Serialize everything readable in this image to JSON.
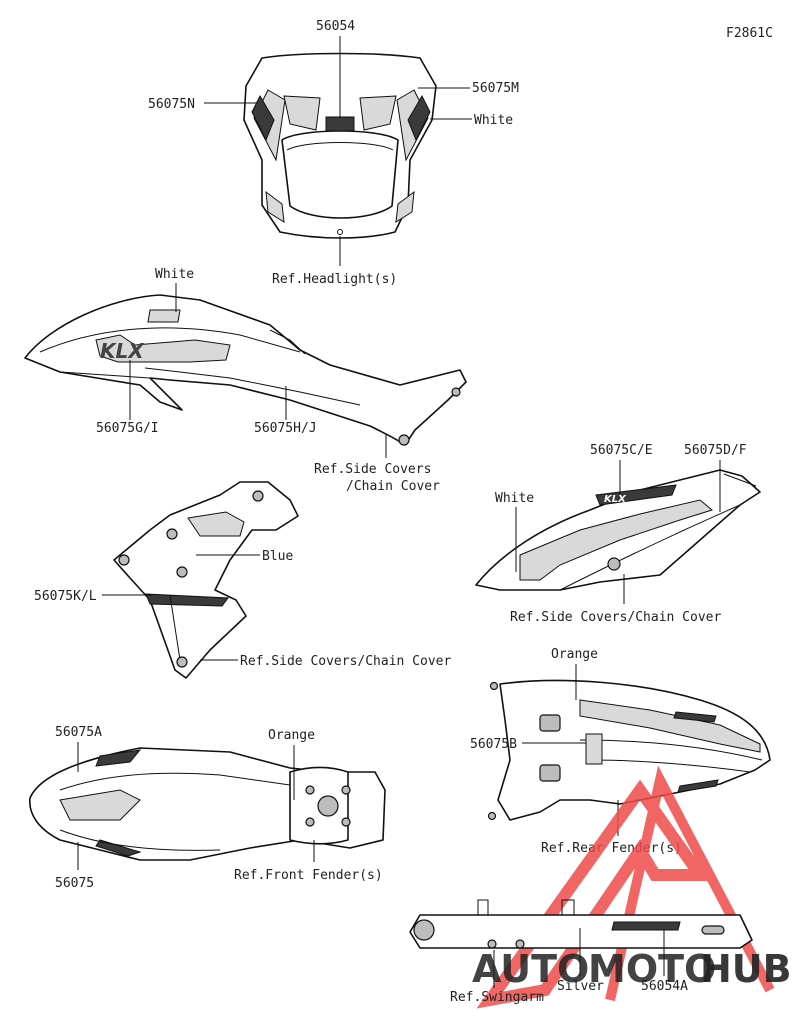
{
  "figure_code": "F2861C",
  "labels": {
    "l_56054": "56054",
    "l_56075M": "56075M",
    "l_56075N": "56075N",
    "l_white_head": "White",
    "l_ref_headlight": "Ref.Headlight(s)",
    "l_white_shroud": "White",
    "l_56075GI": "56075G/I",
    "l_56075HJ": "56075H/J",
    "l_ref_side1": "Ref.Side Covers",
    "l_ref_side1b": "/Chain Cover",
    "l_56075CE": "56075C/E",
    "l_56075DF": "56075D/F",
    "l_white_side": "White",
    "l_ref_side2": "Ref.Side Covers/Chain Cover",
    "l_blue": "Blue",
    "l_56075KL": "56075K/L",
    "l_ref_side3": "Ref.Side Covers/Chain Cover",
    "l_orange_rear": "Orange",
    "l_56075B": "56075B",
    "l_ref_rear": "Ref.Rear Fender(s)",
    "l_56075A": "56075A",
    "l_56075": "56075",
    "l_orange_front": "Orange",
    "l_ref_front": "Ref.Front Fender(s)",
    "l_ref_swingarm": "Ref.Swingarm",
    "l_silver": "Silver",
    "l_56054A": "56054A"
  },
  "watermark": {
    "auto": "AUTO",
    "moto": "MOTO",
    "hub": "HUB",
    "color_auto": "#f3b74a",
    "color_moto": "#ef4b4b",
    "color_hub": "#555555"
  }
}
